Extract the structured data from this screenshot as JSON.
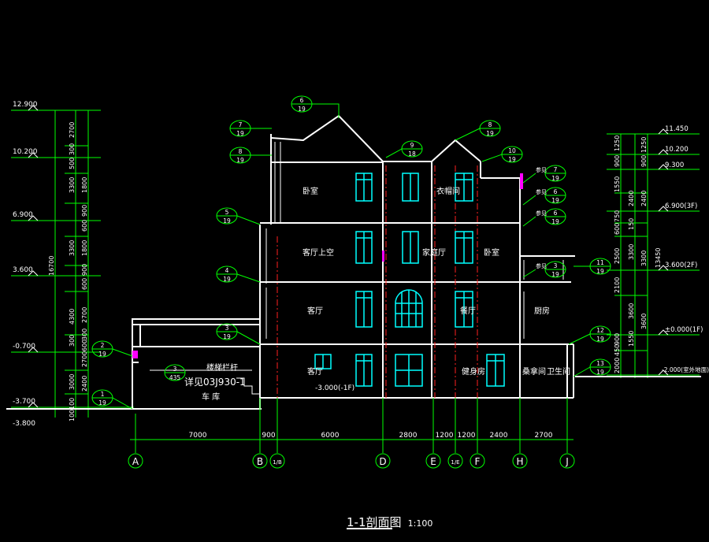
{
  "title": {
    "main": "1-1剖面图",
    "scale": "1:100"
  },
  "colors": {
    "background": "#000000",
    "wall": "#ffffff",
    "dimension": "#00ff00",
    "window": "#00ffff",
    "axis_red": "#ff2020",
    "text": "#ffffff",
    "accent_magenta": "#ff00ff"
  },
  "left_elevations": [
    "12.900",
    "10.200",
    "6.900",
    "3.600",
    "-0.700",
    "-3.700",
    "-3.800"
  ],
  "left_dims_inner": [
    "2700",
    "300",
    "500",
    "3300",
    "1800",
    "900",
    "600",
    "3300",
    "1800",
    "900",
    "600",
    "4300",
    "2700",
    "300",
    "600",
    "2700",
    "300",
    "3000",
    "2400",
    "100",
    "100"
  ],
  "left_dims_outer": [
    "16700"
  ],
  "right_elevations": [
    "11.450",
    "10.200",
    "9.300",
    "6.900(3F)",
    "3.600(2F)",
    "±0.000(1F)",
    "-2.000(室外地面)"
  ],
  "right_dims_inner": [
    "1250",
    "900",
    "1550",
    "750",
    "2400",
    "600",
    "2500",
    "3300",
    "2100",
    "3600",
    "900",
    "450",
    "1550",
    "2000"
  ],
  "right_dims_outer": [
    "1250",
    "900",
    "2400",
    "150",
    "3300",
    "3600",
    "13450"
  ],
  "axes": [
    {
      "label": "A"
    },
    {
      "label": "B"
    },
    {
      "label": "1/B"
    },
    {
      "label": "D"
    },
    {
      "label": "E"
    },
    {
      "label": "1/E"
    },
    {
      "label": "F"
    },
    {
      "label": "H"
    },
    {
      "label": "J"
    }
  ],
  "bottom_dims": [
    "7000",
    "900",
    "6000",
    "2800",
    "1200",
    "1200",
    "2400",
    "2700"
  ],
  "rooms": [
    "卧室",
    "衣帽间",
    "客厅上空",
    "家庭厅",
    "卧室",
    "客厅",
    "餐厅",
    "厨房",
    "客厅",
    "健身房",
    "桑拿间",
    "卫生间",
    "车 库"
  ],
  "notes": [
    "楼梯栏杆",
    "详见03J930-1",
    "-3.000(-1F)"
  ],
  "detail_callouts": [
    {
      "top": "6",
      "bottom": "19"
    },
    {
      "top": "7",
      "bottom": "19"
    },
    {
      "top": "8",
      "bottom": "19"
    },
    {
      "top": "9",
      "bottom": "18"
    },
    {
      "top": "8",
      "bottom": "19"
    },
    {
      "top": "10",
      "bottom": "19"
    },
    {
      "top": "5",
      "bottom": "19"
    },
    {
      "top": "4",
      "bottom": "19"
    },
    {
      "top": "3",
      "bottom": "19"
    },
    {
      "top": "2",
      "bottom": "19"
    },
    {
      "top": "1",
      "bottom": "19"
    },
    {
      "top": "3",
      "bottom": "435"
    },
    {
      "top": "7",
      "bottom": "19"
    },
    {
      "top": "6",
      "bottom": "19"
    },
    {
      "top": "6",
      "bottom": "19"
    },
    {
      "top": "3",
      "bottom": "19"
    },
    {
      "top": "11",
      "bottom": "19"
    },
    {
      "top": "12",
      "bottom": "19"
    },
    {
      "top": "13",
      "bottom": "19"
    }
  ],
  "callout_prefix": "参见"
}
